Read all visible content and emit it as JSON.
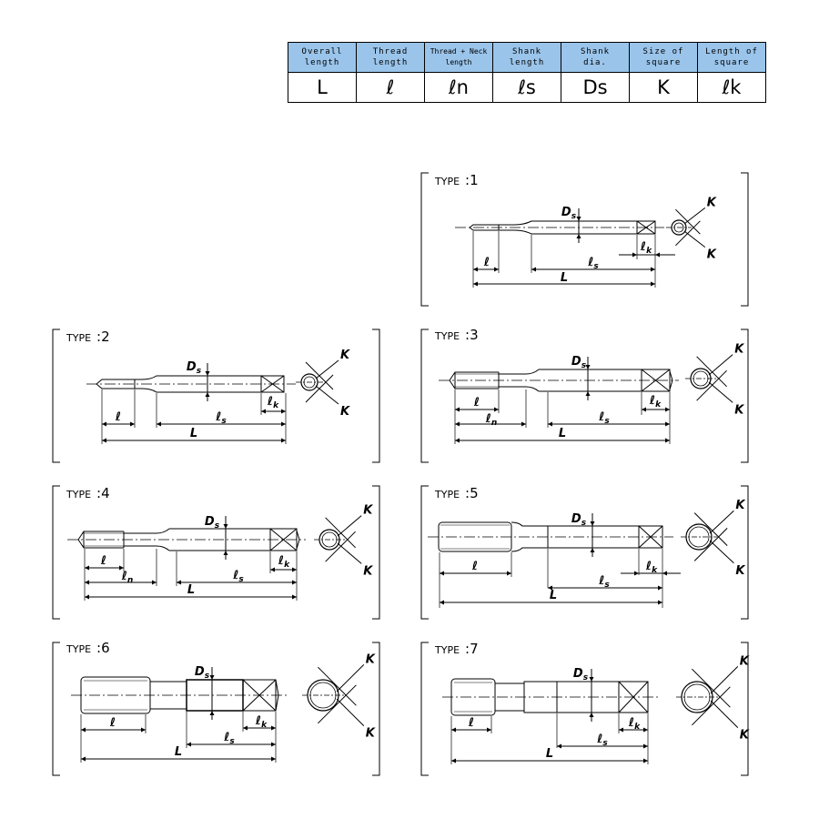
{
  "legend": {
    "headers": [
      [
        "Overall",
        "length"
      ],
      [
        "Thread",
        "length"
      ],
      [
        "Thread + Neck",
        "length"
      ],
      [
        "Shank",
        "length"
      ],
      [
        "Shank",
        "dia."
      ],
      [
        "Size of",
        "square"
      ],
      [
        "Length of",
        "square"
      ]
    ],
    "symbols": [
      "L",
      "ℓ",
      "ℓn",
      "ℓs",
      "Ds",
      "K",
      "ℓk"
    ]
  },
  "types": [
    {
      "prefix": "TYPE",
      "number": ":1"
    },
    {
      "prefix": "TYPE",
      "number": ":2"
    },
    {
      "prefix": "TYPE",
      "number": ":3"
    },
    {
      "prefix": "TYPE",
      "number": ":4"
    },
    {
      "prefix": "TYPE",
      "number": ":5"
    },
    {
      "prefix": "TYPE",
      "number": ":6"
    },
    {
      "prefix": "TYPE",
      "number": ":7"
    }
  ],
  "dims": {
    "L": "L",
    "l": "ℓ",
    "ln_base": "ℓ",
    "n": "n",
    "ls_base": "ℓ",
    "s": "s",
    "lk_base": "ℓ",
    "k": "k",
    "D": "D",
    "K": "K"
  }
}
